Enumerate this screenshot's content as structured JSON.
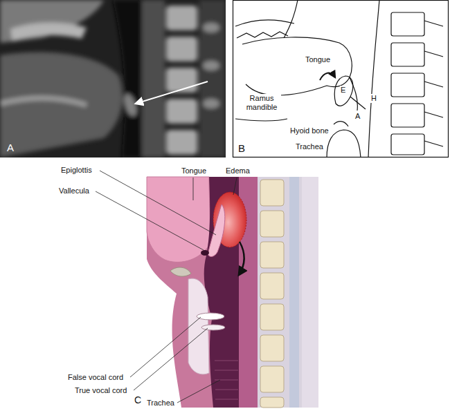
{
  "diagram": {
    "labels": [
      "A",
      "B",
      "Tongue",
      "Ramus mandible",
      "Hyoid bone",
      "Trachea",
      "E",
      "H",
      "A",
      "Epiglottis",
      "Tongue",
      "Edema",
      "Vallecula",
      "False vocal cord",
      "True vocal cord",
      "Trachea",
      "C"
    ]
  }
}
